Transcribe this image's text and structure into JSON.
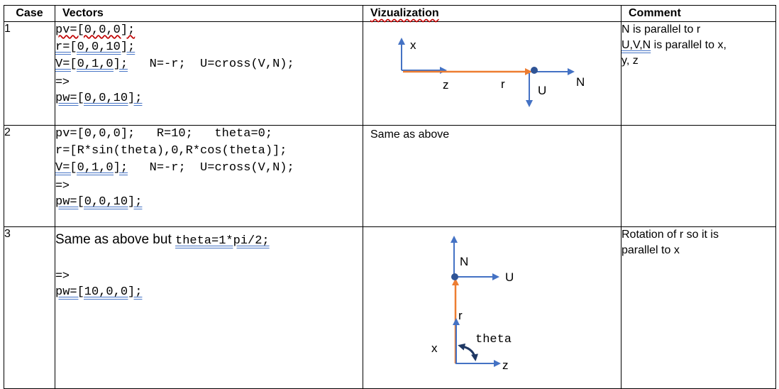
{
  "headers": {
    "case": "Case",
    "vectors": "Vectors",
    "viz": "Vizualization",
    "comment": "Comment"
  },
  "rows": [
    {
      "case": "1",
      "vectors": {
        "l1": "pv=[0,0,0];",
        "l2": "r=[0,0,10];",
        "l3a": "V=[0,1,0];",
        "l3b": "   N=-r;  U=cross(V,N);",
        "l4": "=>",
        "l5": "pw=[0,0,10];"
      },
      "viz_labels": {
        "x": "x",
        "z": "z",
        "r": "r",
        "U": "U",
        "N": "N"
      },
      "comment": {
        "l1": "N is parallel to r",
        "l2a": "U,V,N",
        "l2b": " is parallel to x,",
        "l3": "y, z"
      }
    },
    {
      "case": "2",
      "vectors": {
        "l1": "pv=[0,0,0];   R=10;   theta=0;",
        "l2": "r=[R*sin(theta),0,R*cos(theta)];",
        "l3a": "V=[0,1,0];",
        "l3b": "   N=-r;  U=cross(V,N);",
        "l4": "=>",
        "l5": "pw=[0,0,10];"
      },
      "viz_text": "Same as above"
    },
    {
      "case": "3",
      "vectors": {
        "l1a": "Same as above but ",
        "l1b": "theta=1*pi/2;",
        "l4": "=>",
        "l5": "pw=[10,0,0];"
      },
      "viz_labels": {
        "N": "N",
        "U": "U",
        "r": "r",
        "theta": "theta",
        "x": "x",
        "z": "z"
      },
      "comment": {
        "l1": "Rotation of r so it is",
        "l2": "parallel to x"
      }
    }
  ],
  "colors": {
    "blue": "#4472c4",
    "orange": "#ed7d31",
    "dot": "#2f5496",
    "dark_arrow": "#1f3864"
  }
}
